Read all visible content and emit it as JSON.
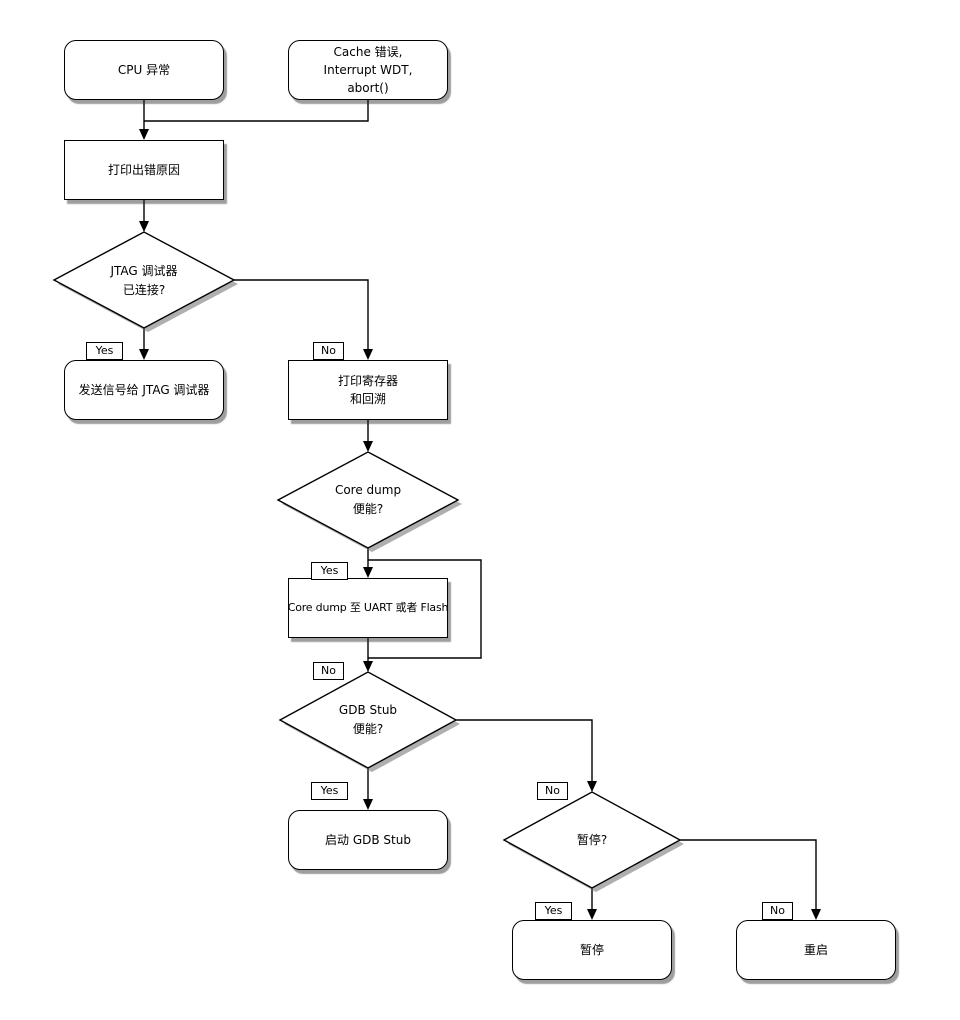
{
  "diagram": {
    "type": "flowchart",
    "background_color": "#ffffff",
    "line_color": "#000000",
    "node_fill_color": "#ffffff",
    "shadow_color": "#6e6e6e"
  },
  "nodes": {
    "cpu_exception": {
      "shape": "rounded",
      "label": "CPU 异常"
    },
    "cache_error": {
      "shape": "rounded",
      "lines": [
        "Cache 错误,",
        "Interrupt WDT,",
        "abort()"
      ]
    },
    "print_reason": {
      "shape": "rect",
      "label": "打印出错原因"
    },
    "jtag_connected": {
      "shape": "decision",
      "lines": [
        "JTAG 调试器",
        "已连接?"
      ]
    },
    "send_signal_jtag": {
      "shape": "rounded",
      "label": "发送信号给 JTAG 调试器"
    },
    "print_registers": {
      "shape": "rect",
      "lines": [
        "打印寄存器",
        "和回溯"
      ]
    },
    "core_dump_enabled": {
      "shape": "decision",
      "lines": [
        "Core dump",
        "便能?"
      ]
    },
    "core_dump_dest": {
      "shape": "rect",
      "label": "Core dump 至 UART 或者 Flash"
    },
    "gdb_stub_enabled": {
      "shape": "decision",
      "lines": [
        "GDB Stub",
        "便能?"
      ]
    },
    "start_gdb_stub": {
      "shape": "rounded",
      "label": "启动 GDB Stub"
    },
    "halt_question": {
      "shape": "decision",
      "label": "暂停?"
    },
    "halt": {
      "shape": "rounded",
      "label": "暂停"
    },
    "reboot": {
      "shape": "rounded",
      "label": "重启"
    }
  },
  "labels": {
    "yes": "Yes",
    "no": "No"
  }
}
